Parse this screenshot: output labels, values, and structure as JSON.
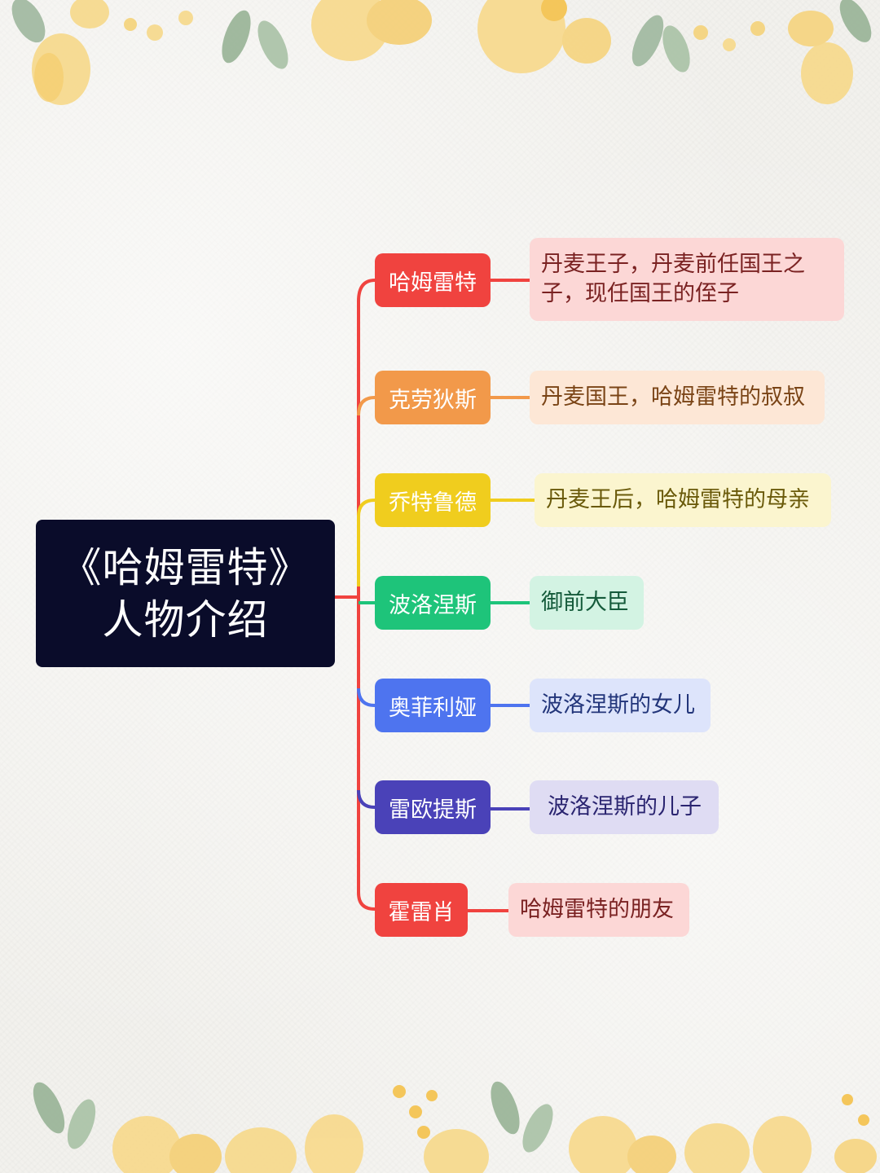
{
  "root": {
    "line1": "《哈姆雷特》",
    "line2": "人物介绍"
  },
  "characters": [
    {
      "name": "哈姆雷特",
      "desc_line1": "丹麦王子，丹麦前任国王之",
      "desc_line2": "子，现任国王的侄子",
      "color": "#f0433f",
      "desc_bg": "#fcd7d6",
      "desc_color": "#7a2222"
    },
    {
      "name": "克劳狄斯",
      "desc": "丹麦国王，哈姆雷特的叔叔",
      "color": "#f2994a",
      "desc_bg": "#fde7d6",
      "desc_color": "#7a4416"
    },
    {
      "name": "乔特鲁德",
      "desc": "丹麦王后，哈姆雷特的母亲",
      "color": "#f0cd1e",
      "desc_bg": "#fbf5cf",
      "desc_color": "#6a5a0a"
    },
    {
      "name": "波洛涅斯",
      "desc": "御前大臣",
      "color": "#1ec47a",
      "desc_bg": "#d3f3e3",
      "desc_color": "#145a3a"
    },
    {
      "name": "奥菲利娅",
      "desc": "波洛涅斯的女儿",
      "color": "#4e74ef",
      "desc_bg": "#dde4fb",
      "desc_color": "#22357a"
    },
    {
      "name": "雷欧提斯",
      "desc": "波洛涅斯的儿子",
      "color": "#4a42b8",
      "desc_bg": "#dfdcf3",
      "desc_color": "#2a2470"
    },
    {
      "name": "霍雷肖",
      "desc": "哈姆雷特的朋友",
      "color": "#f0433f",
      "desc_bg": "#fcd7d6",
      "desc_color": "#7a2222"
    }
  ]
}
